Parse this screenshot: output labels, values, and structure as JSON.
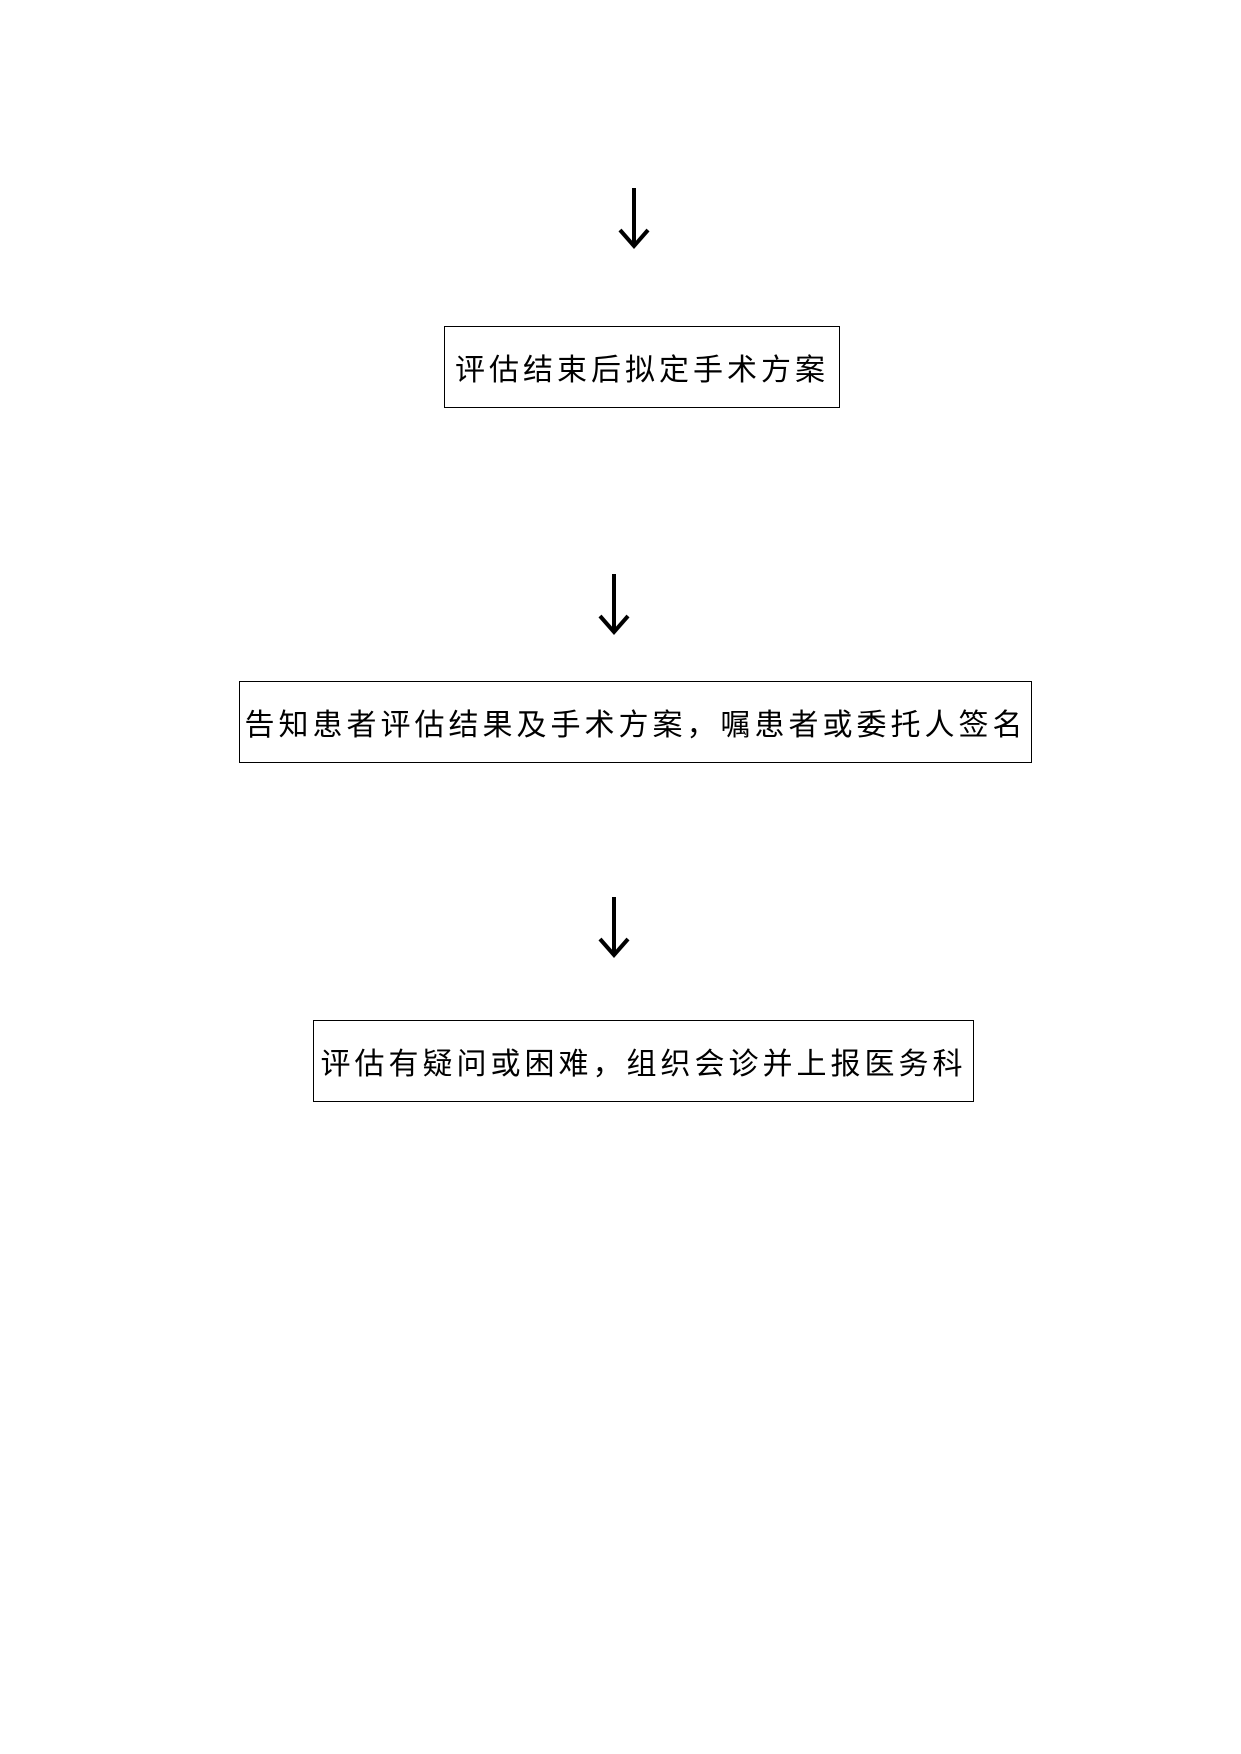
{
  "flowchart": {
    "steps": [
      {
        "text": "评估结束后拟定手术方案"
      },
      {
        "text": "告知患者评估结果及手术方案，嘱患者或委托人签名"
      },
      {
        "text": "评估有疑问或困难，组织会诊并上报医务科"
      }
    ],
    "arrows": [
      {
        "icon": "arrow-down-icon"
      },
      {
        "icon": "arrow-down-icon"
      },
      {
        "icon": "arrow-down-icon"
      }
    ],
    "colors": {
      "stroke": "#000000",
      "background": "#ffffff"
    }
  }
}
